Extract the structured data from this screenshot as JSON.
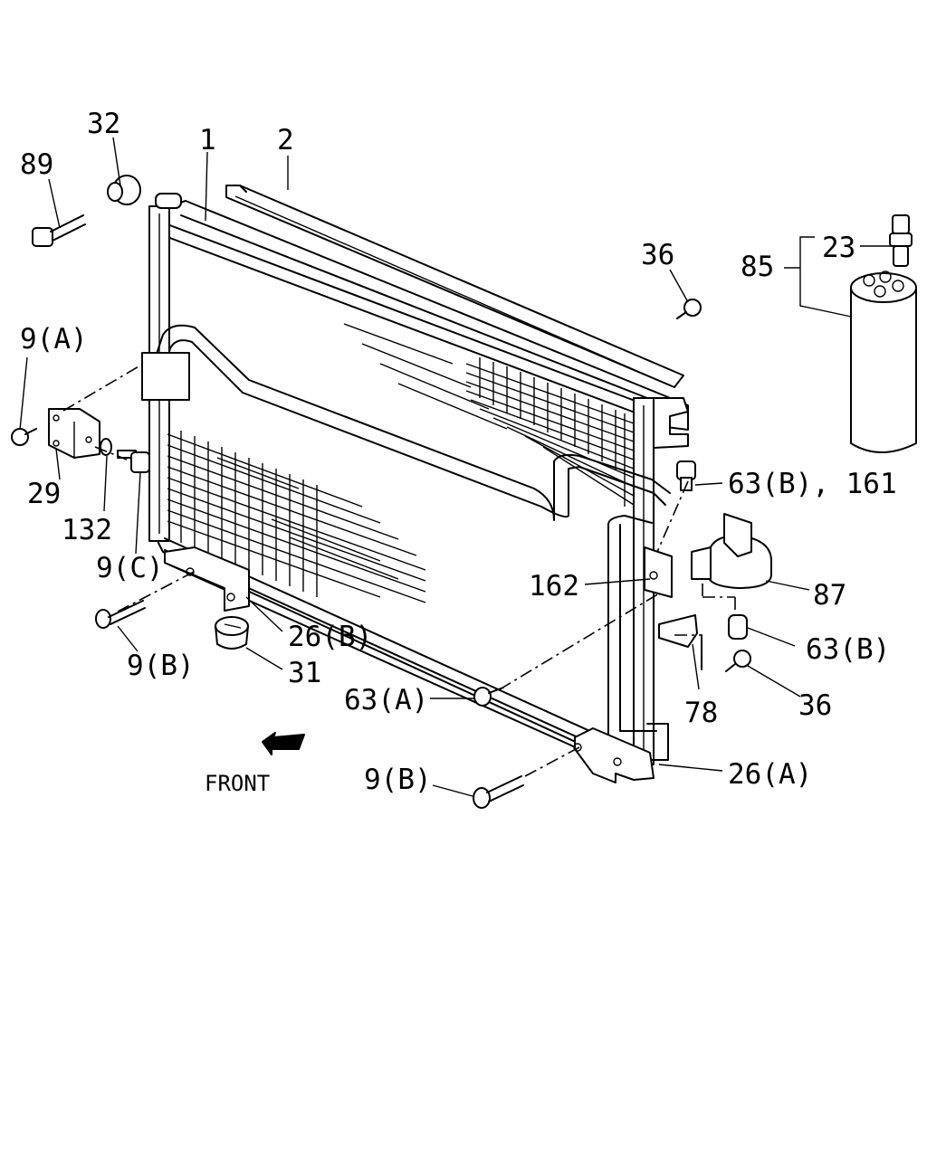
{
  "diagram": {
    "callouts": [
      {
        "id": "c1",
        "text": "1"
      },
      {
        "id": "c2",
        "text": "2"
      },
      {
        "id": "c32",
        "text": "32"
      },
      {
        "id": "c89",
        "text": "89"
      },
      {
        "id": "c36a",
        "text": "36"
      },
      {
        "id": "c85",
        "text": "85"
      },
      {
        "id": "c23",
        "text": "23"
      },
      {
        "id": "c9a",
        "text": "9(A)"
      },
      {
        "id": "c29",
        "text": "29"
      },
      {
        "id": "c132",
        "text": "132"
      },
      {
        "id": "c9c",
        "text": "9(C)"
      },
      {
        "id": "c63b161",
        "text": "63(B), 161"
      },
      {
        "id": "c162",
        "text": "162"
      },
      {
        "id": "c87",
        "text": "87"
      },
      {
        "id": "c63b",
        "text": "63(B)"
      },
      {
        "id": "c26b",
        "text": "26(B)"
      },
      {
        "id": "c31",
        "text": "31"
      },
      {
        "id": "c9b1",
        "text": "9(B)"
      },
      {
        "id": "c63a",
        "text": "63(A)"
      },
      {
        "id": "c36b",
        "text": "36"
      },
      {
        "id": "c78",
        "text": "78"
      },
      {
        "id": "c26a",
        "text": "26(A)"
      },
      {
        "id": "c9b2",
        "text": "9(B)"
      }
    ],
    "front_label": "FRONT"
  }
}
